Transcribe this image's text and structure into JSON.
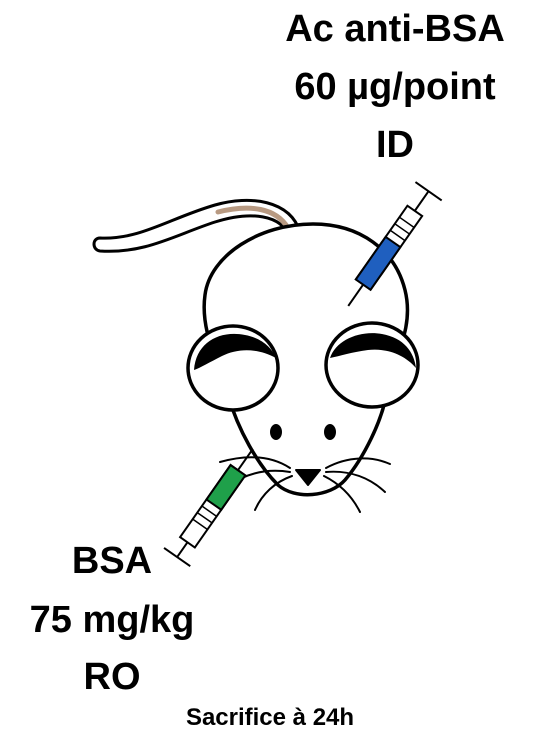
{
  "injection_top": {
    "line1": "Ac anti-BSA",
    "line2": "60 µg/point",
    "line3": "ID",
    "syringe_color": "#1f5fbf"
  },
  "injection_bottom": {
    "line1": "BSA",
    "line2": "75 mg/kg",
    "line3": "RO",
    "syringe_color": "#1fa04a"
  },
  "footer": {
    "text": "Sacrifice à 24h"
  },
  "mouse": {
    "tail_color": "#b89a82",
    "outline_color": "#000000"
  }
}
